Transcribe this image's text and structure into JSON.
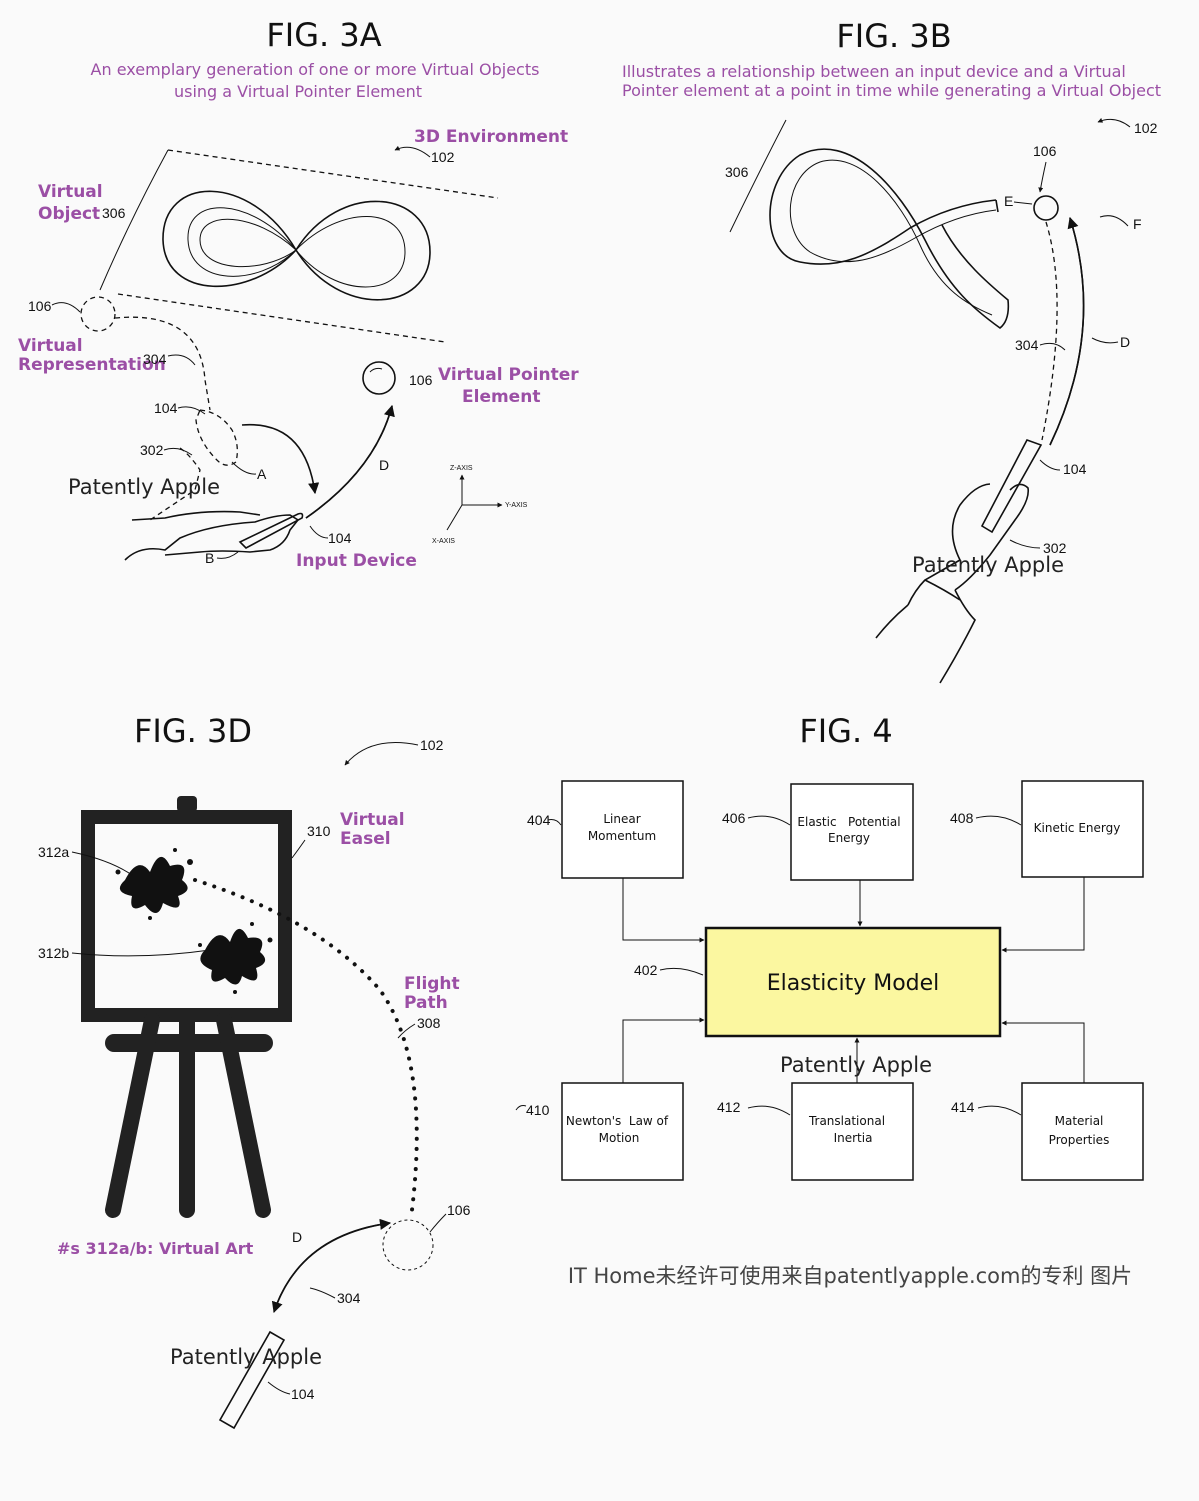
{
  "fig3a": {
    "title": "FIG. 3A",
    "caption_line1": "An exemplary generation of one or more Virtual Objects",
    "caption_line2": "using a Virtual Pointer Element",
    "env_label": "3D Environment",
    "ref_102": "102",
    "virtual_object_line1": "Virtual",
    "virtual_object_line2": "Object",
    "ref_306": "306",
    "ref_106_a": "106",
    "virtual_rep_line1": "Virtual",
    "virtual_rep_line2": "Representation",
    "ref_304": "304",
    "ref_104_a": "104",
    "ref_302": "302",
    "label_a": "A",
    "label_b": "B",
    "label_d": "D",
    "ref_106_b": "106",
    "pointer_line1": "Virtual Pointer",
    "pointer_line2": "Element",
    "ref_104_b": "104",
    "input_device": "Input Device",
    "z_axis": "Z-AXIS",
    "y_axis": "Y-AXIS",
    "x_axis": "X-AXIS",
    "watermark": "Patently Apple"
  },
  "fig3b": {
    "title": "FIG. 3B",
    "caption_line1": "Illustrates a relationship between an input device and a Virtual",
    "caption_line2": "Pointer element at a point in time while generating a Virtual Object",
    "ref_102": "102",
    "ref_106": "106",
    "ref_306": "306",
    "label_e": "E",
    "label_f": "F",
    "ref_304": "304",
    "label_d": "D",
    "ref_104": "104",
    "ref_302": "302",
    "watermark": "Patently Apple"
  },
  "fig3d": {
    "title": "FIG. 3D",
    "ref_102": "102",
    "ref_310": "310",
    "easel_line1": "Virtual",
    "easel_line2": "Easel",
    "ref_312a": "312a",
    "ref_312b": "312b",
    "flight_line1": "Flight",
    "flight_line2": "Path",
    "ref_308": "308",
    "ref_106": "106",
    "label_d": "D",
    "ref_304": "304",
    "ref_104": "104",
    "virtual_art": "#s 312a/b: Virtual Art",
    "watermark": "Patently Apple"
  },
  "fig4": {
    "title": "FIG. 4",
    "center_label": "Elasticity Model",
    "center_ref": "402",
    "center_fill": "#fbf7a0",
    "boxes": {
      "b404": {
        "ref": "404",
        "line1": "Linear",
        "line2": "Momentum"
      },
      "b406": {
        "ref": "406",
        "line1": "Elastic   Potential",
        "line2": "Energy"
      },
      "b408": {
        "ref": "408",
        "line1": "Kinetic Energy",
        "line2": ""
      },
      "b410": {
        "ref": "410",
        "line1": "Newton's  Law of",
        "line2": "Motion"
      },
      "b412": {
        "ref": "412",
        "line1": "Translational",
        "line2": "Inertia"
      },
      "b414": {
        "ref": "414",
        "line1": "Material",
        "line2": "Properties"
      }
    },
    "watermark": "Patently Apple"
  },
  "footer": "IT Home未经许可使用来自patentlyapple.com的专利 图片",
  "colors": {
    "accent": "#9b4fa5",
    "ink": "#111111"
  }
}
